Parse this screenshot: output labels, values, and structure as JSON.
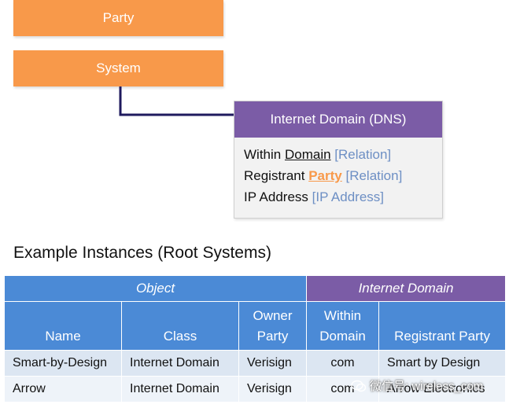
{
  "boxes": {
    "party": "Party",
    "system": "System"
  },
  "class_box": {
    "title": "Internet Domain (DNS)",
    "attributes": [
      {
        "prefix": "Within ",
        "ref": "Domain",
        "type": "[Relation]"
      },
      {
        "prefix": "Registrant ",
        "ref": "Party",
        "type": "[Relation]"
      },
      {
        "prefix": "IP Address ",
        "type": "[IP Address]"
      }
    ]
  },
  "example": {
    "title": "Example Instances (Root Systems)"
  },
  "table": {
    "groups": [
      "Object",
      "Internet Domain"
    ],
    "columns": [
      "Name",
      "Class",
      "Owner Party",
      "Within Domain",
      "Registrant Party"
    ],
    "rows": [
      [
        "Smart-by-Design",
        "Internet Domain",
        "Verisign",
        "com",
        "Smart by Design"
      ],
      [
        "Arrow",
        "Internet Domain",
        "Verisign",
        "com",
        "Arrow Electronics"
      ]
    ]
  },
  "watermark": {
    "text": "微信号: wireless_com"
  },
  "colors": {
    "orange": "#f8994a",
    "purple": "#7b5ca6",
    "blue": "#4b8ad6",
    "connector": "#1f1a5e"
  }
}
